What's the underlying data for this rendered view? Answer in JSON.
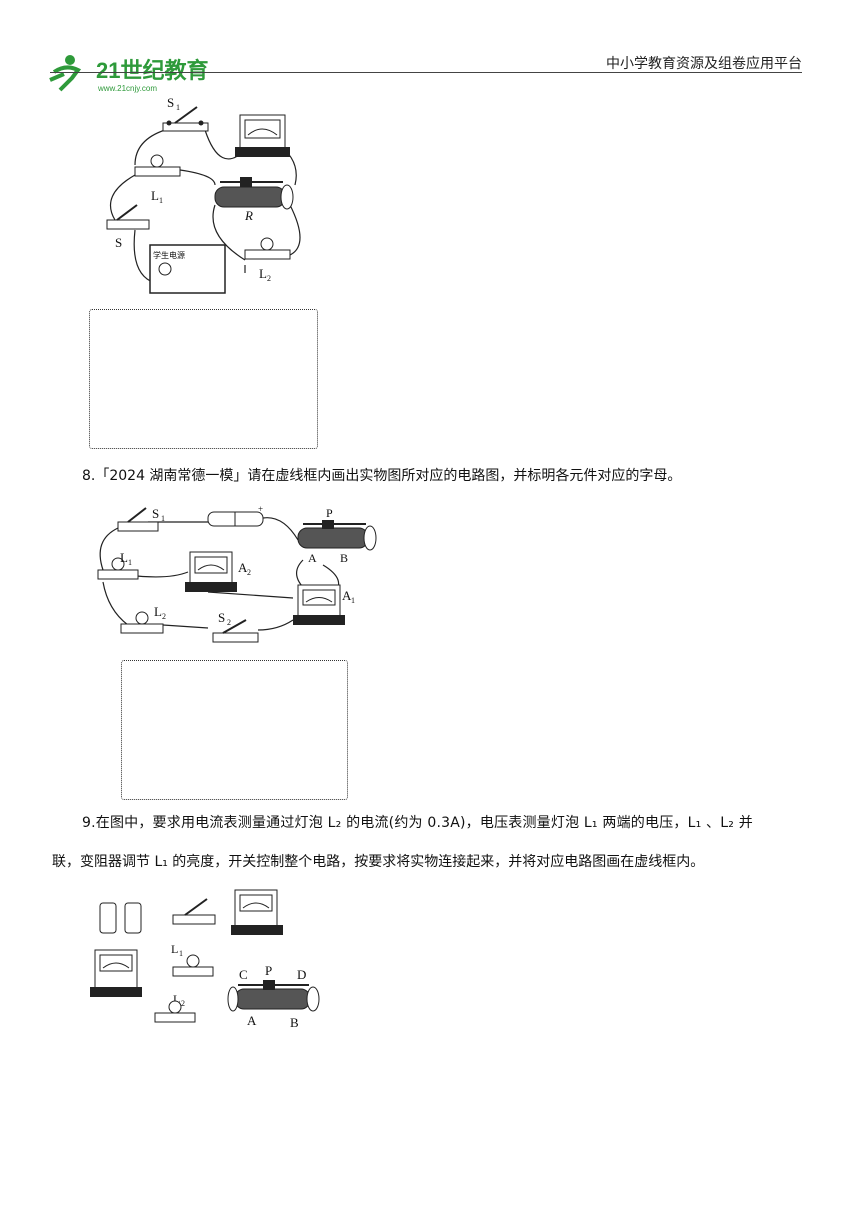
{
  "header": {
    "platform_text": "中小学教育资源及组卷应用平台",
    "logo_text": "21世纪教育",
    "logo_url": "www.21cnjy.com"
  },
  "figure1": {
    "labels": {
      "s1": "S",
      "s1_sub": "1",
      "l1": "L",
      "l1_sub": "1",
      "r": "R",
      "s": "S",
      "l2": "L",
      "l2_sub": "2",
      "power": "学生电源"
    }
  },
  "question8": {
    "text": "8.「2024 湖南常德一模」请在虚线框内画出实物图所对应的电路图，并标明各元件对应的字母。",
    "labels": {
      "s1": "S",
      "s1_sub": "1",
      "l1": "L",
      "l1_sub": "1",
      "a2": "A",
      "a2_sub": "2",
      "p": "P",
      "a": "A",
      "b": "B",
      "a1": "A",
      "a1_sub": "1",
      "l2": "L",
      "l2_sub": "2",
      "s2": "S",
      "s2_sub": "2"
    }
  },
  "question9": {
    "line1": "9.在图中，要求用电流表测量通过灯泡 L₂ 的电流(约为 0.3A)，电压表测量灯泡 L₁ 两端的电压，L₁ 、L₂ 并",
    "line2": "联，变阻器调节 L₁ 的亮度，开关控制整个电路，按要求将实物连接起来，并将对应电路图画在虚线框内。",
    "labels": {
      "l1": "L",
      "l1_sub": "1",
      "l2": "L",
      "l2_sub": "2",
      "c": "C",
      "p": "P",
      "d": "D",
      "a": "A",
      "b": "B"
    }
  }
}
